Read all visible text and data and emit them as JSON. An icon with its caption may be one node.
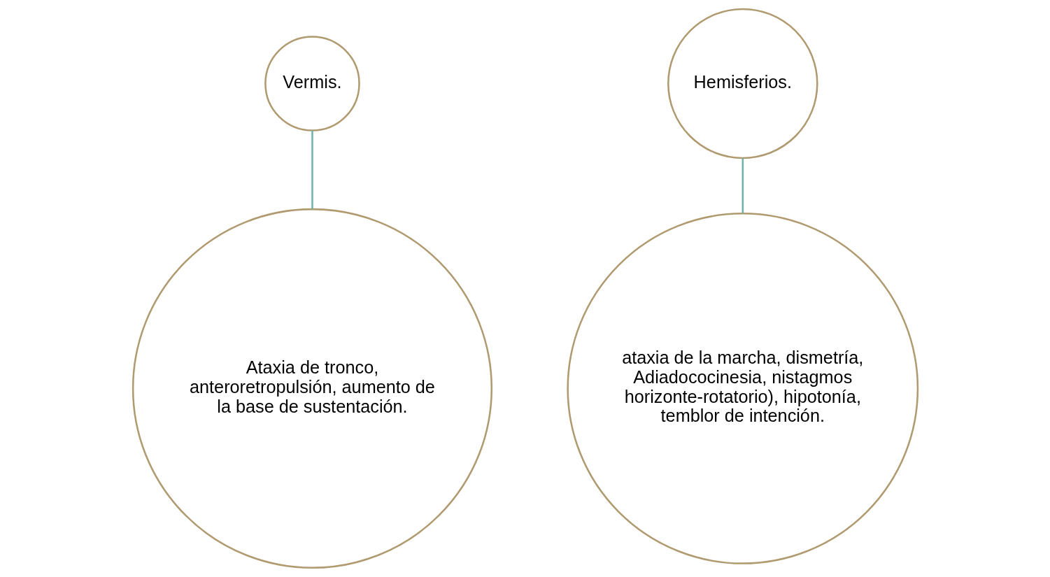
{
  "diagram": {
    "nodes": [
      {
        "text": [
          "Vermis."
        ]
      },
      {
        "text": [
          "Hemisferios."
        ]
      },
      {
        "text": [
          "Ataxia de tronco, anteroretropulsión, aumento de la base de sustentación."
        ]
      },
      {
        "text": [
          "ataxia de la marcha, dismetría, Adiadococinesia, nistagmos horizonte-rotatorio), hipotonía, temblor de intención."
        ]
      }
    ],
    "edges": [
      {
        "from": 0,
        "to": 2,
        "arrow": "none"
      },
      {
        "from": 1,
        "to": 3,
        "arrow": "none"
      }
    ]
  }
}
